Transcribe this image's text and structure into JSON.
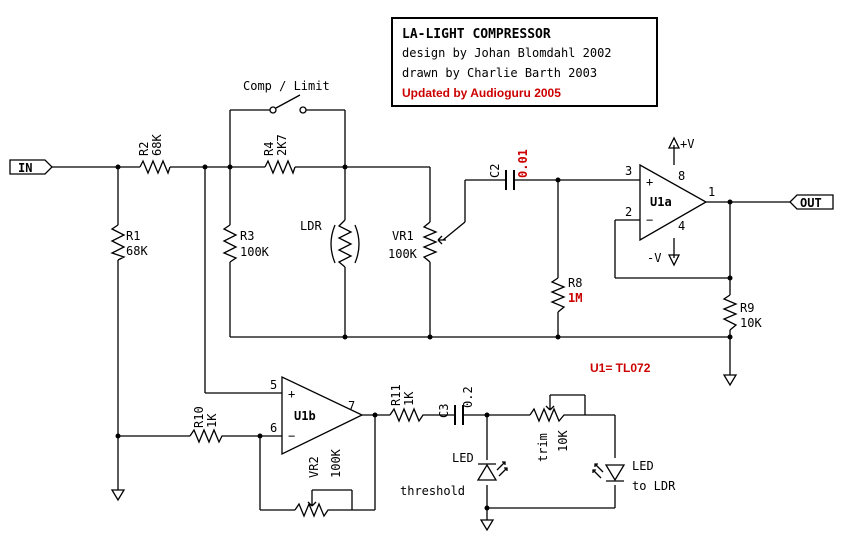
{
  "title_block": {
    "line1": "LA-LIGHT COMPRESSOR",
    "line2": "design by Johan Blomdahl 2002",
    "line3": "drawn by Charlie Barth 2003",
    "line4": "Updated by Audioguru 2005"
  },
  "ports": {
    "in": "IN",
    "out": "OUT"
  },
  "switch": {
    "label": "Comp / Limit"
  },
  "components": {
    "r1": {
      "ref": "R1",
      "value": "68K"
    },
    "r2": {
      "ref": "R2",
      "value": "68K"
    },
    "r3": {
      "ref": "R3",
      "value": "100K"
    },
    "r4": {
      "ref": "R4",
      "value": "2K7"
    },
    "ldr": {
      "ref": "LDR"
    },
    "vr1": {
      "ref": "VR1",
      "value": "100K"
    },
    "c2": {
      "ref": "C2",
      "value": "0.01"
    },
    "r8": {
      "ref": "R8",
      "value": "1M"
    },
    "r9": {
      "ref": "R9",
      "value": "10K"
    },
    "u1a": {
      "ref": "U1a",
      "pin_plus": "3",
      "pin_minus": "2",
      "pin_out": "1",
      "pin_vp": "8",
      "pin_vn": "4"
    },
    "supply": {
      "vplus": "+V",
      "vminus": "-V"
    },
    "u1_part": "U1= TL072",
    "r10": {
      "ref": "R10",
      "value": "1K"
    },
    "u1b": {
      "ref": "U1b",
      "pin_plus": "5",
      "pin_minus": "6",
      "pin_out": "7"
    },
    "vr2": {
      "ref": "VR2",
      "value": "100K"
    },
    "r11": {
      "ref": "R11",
      "value": "1K"
    },
    "c3": {
      "ref": "C3",
      "value": "0.2"
    },
    "trim": {
      "ref": "trim",
      "value": "10K"
    },
    "led1": {
      "ref": "LED",
      "note": "threshold"
    },
    "led2": {
      "ref": "LED",
      "note": "to LDR"
    }
  }
}
